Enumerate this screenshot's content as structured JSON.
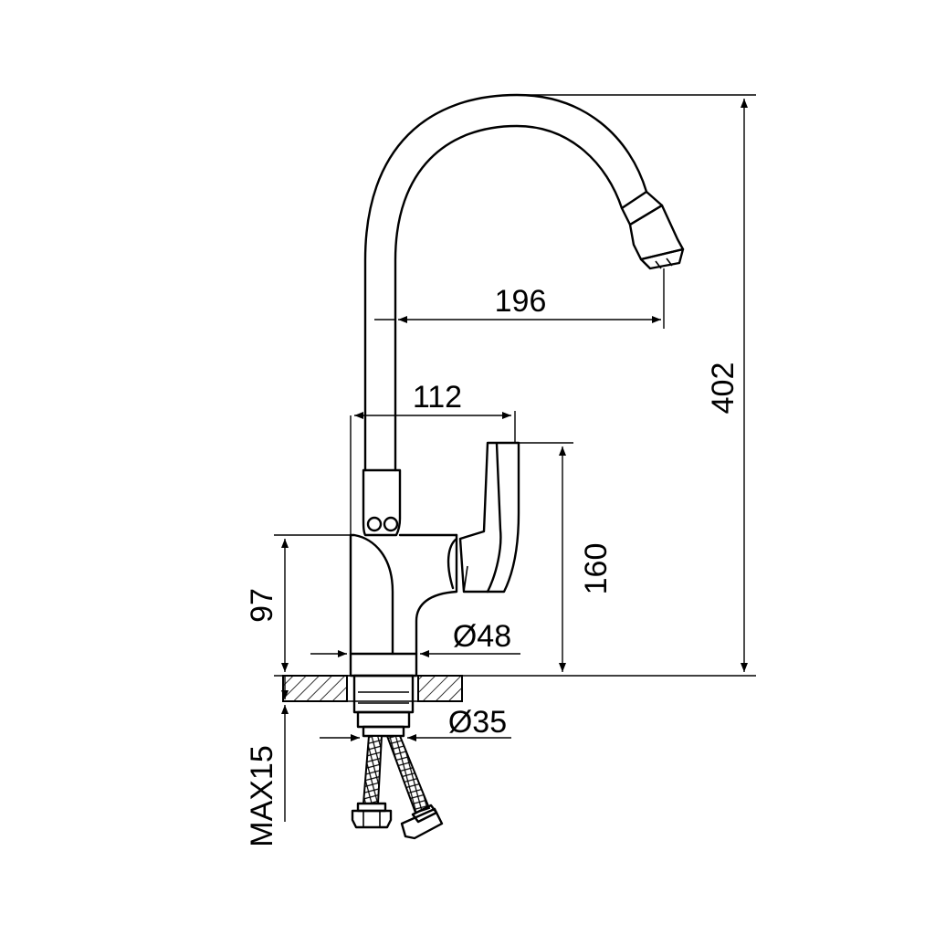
{
  "dimensions": {
    "spout_reach": "196",
    "total_height": "402",
    "body_offset": "112",
    "handle_height": "160",
    "body_height": "97",
    "base_diameter": "Ø48",
    "thread_diameter": "Ø35",
    "max_thickness": "MAX15"
  }
}
